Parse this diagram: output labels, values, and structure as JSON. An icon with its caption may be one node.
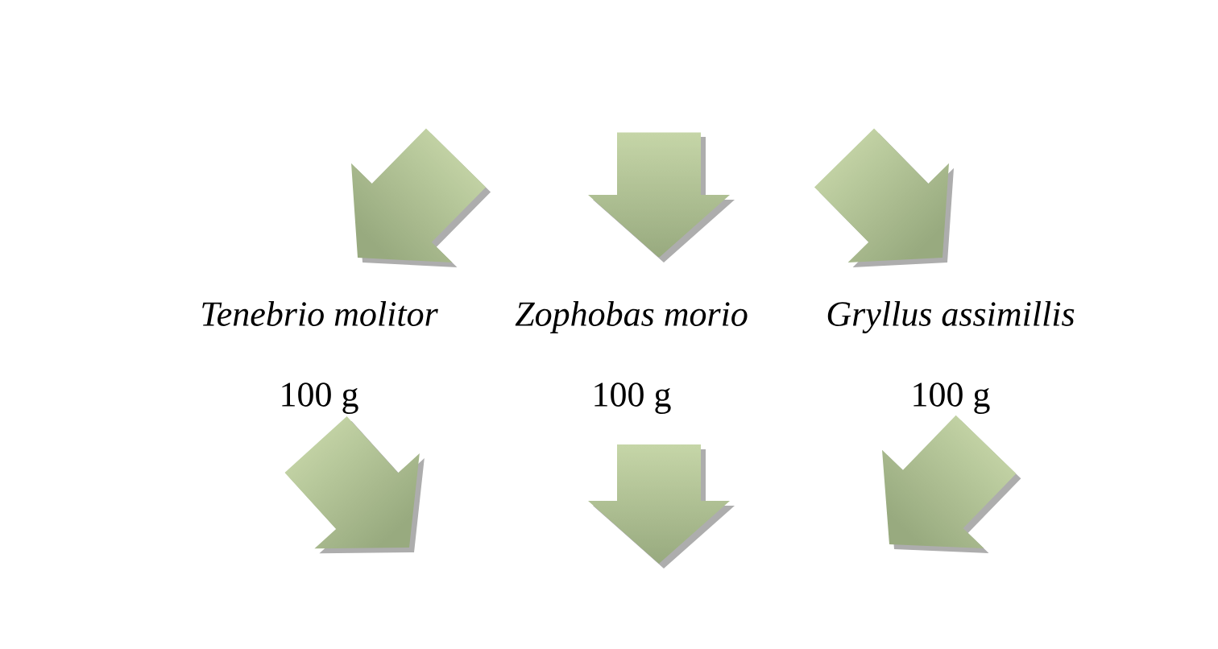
{
  "diagram": {
    "nodes": [
      {
        "text": [
          "Tenebrio molitor",
          "100 g"
        ]
      },
      {
        "text": [
          "Zophobas morio",
          "100 g"
        ]
      },
      {
        "text": [
          "Gryllus assimillis",
          "100 g"
        ]
      }
    ],
    "edges": [
      {
        "from": null,
        "to": 0,
        "arrow": "to"
      },
      {
        "from": null,
        "to": 1,
        "arrow": "to"
      },
      {
        "from": null,
        "to": 2,
        "arrow": "to"
      },
      {
        "from": 0,
        "to": null,
        "arrow": "to"
      },
      {
        "from": 1,
        "to": null,
        "arrow": "to"
      },
      {
        "from": 2,
        "to": null,
        "arrow": "to"
      }
    ]
  }
}
